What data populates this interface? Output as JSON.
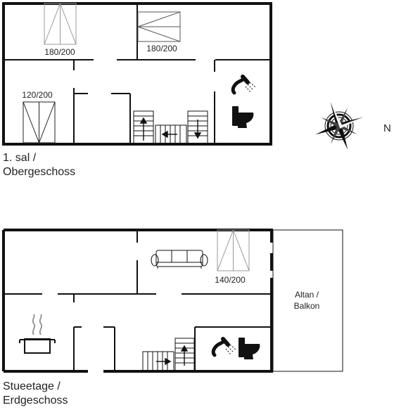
{
  "floors": {
    "upper": {
      "name_line1": "1. sal /",
      "name_line2": "Obergeschoss",
      "beds": [
        "180/200",
        "180/200",
        "120/200"
      ]
    },
    "ground": {
      "name_line1": "Stueetage /",
      "name_line2": "Erdgeschoss",
      "bed": "140/200",
      "balcony_line1": "Altan /",
      "balcony_line2": "Balkon"
    }
  },
  "compass": {
    "label": "N",
    "icon": "compass-rose-icon"
  },
  "icons": [
    "bed-icon",
    "stairs-icon",
    "shower-icon",
    "toilet-icon",
    "sofa-icon",
    "cooking-pot-icon"
  ],
  "colors": {
    "wall": "#111111",
    "line": "#555555",
    "furniture_outline": "#999999"
  }
}
